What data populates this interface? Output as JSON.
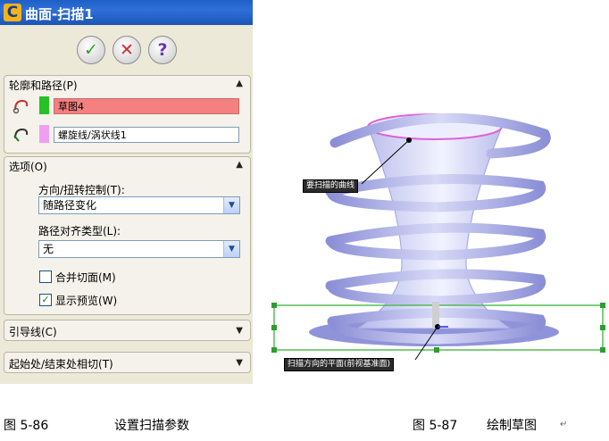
{
  "panel": {
    "title": "曲面-扫描1",
    "logo_letter": "C",
    "buttons": {
      "ok": "✓",
      "cancel": "✕",
      "help": "?"
    },
    "profile_group": {
      "title": "轮廓和路径(P)",
      "profile_value": "草图4",
      "path_value": "螺旋线/涡状线1",
      "profile_color": "#f48080",
      "profile_chip": "#27c127",
      "path_chip": "#f09ff0"
    },
    "options_group": {
      "title": "选项(O)",
      "orientation_label": "方向/扭转控制(T):",
      "orientation_value": "随路径变化",
      "align_label": "路径对齐类型(L):",
      "align_value": "无",
      "merge_label": "合并切面(M)",
      "merge_checked": false,
      "preview_label": "显示预览(W)",
      "preview_checked": true
    },
    "guide_group": {
      "title": "引导线(C)"
    },
    "tangency_group": {
      "title": "起始处/结束处相切(T)"
    }
  },
  "figure": {
    "callout_top": "要扫描的曲线",
    "callout_bottom": "扫描方向的平面(前视基准面)"
  },
  "captions": {
    "fig86_num": "图 5-86",
    "fig86_text": "设置扫描参数",
    "fig87_num": "图 5-87",
    "fig87_text": "绘制草图",
    "fig87_mark": "↵"
  }
}
